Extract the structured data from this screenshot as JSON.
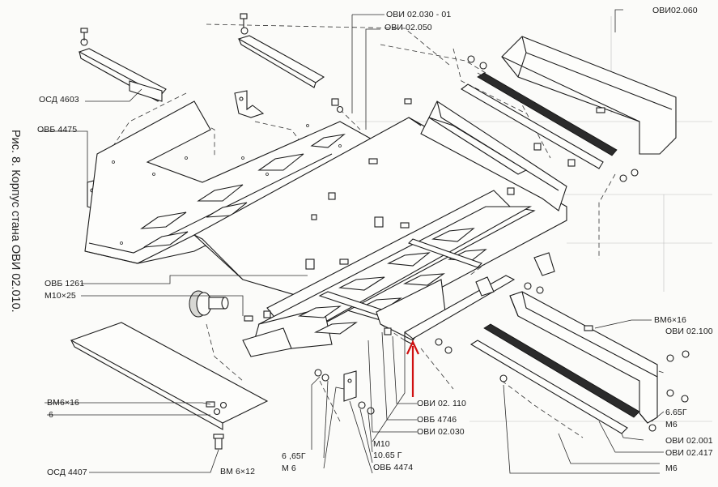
{
  "caption": "Рис. 8. Корпус стана ОВИ 02.010.",
  "labels": {
    "ovi_02_030_01": "ОВИ 02.030 - 01",
    "ovi_02_050": "ОВИ 02.050",
    "ovi_02_060": "ОВИ02.060",
    "osd_4603": "ОСД 4603",
    "ovb_4475": "ОВБ 4475",
    "ovb_1261": "ОВБ 1261",
    "m10x25": "М10×25",
    "vm6x16_left": "ВМ6×16",
    "six": "6",
    "osd_4407": "ОСД 4407",
    "vm6x12": "ВМ 6×12",
    "g665_m6_a": "6 ,65Г",
    "m6_a": "М 6",
    "ovi_02_110": "ОВИ 02. 110",
    "ovb_4746": "ОВБ 4746",
    "ovi_02_030": "ОВИ 02.030",
    "m10": "М10",
    "g1065": "10.65 Г",
    "ovb_4474": "ОВБ 4474",
    "vm6x16_right": "ВМ6×16",
    "ovi_02_100": "ОВИ 02.100",
    "g665_right": "6.65Г",
    "m6_right": "М6",
    "ovi_02_001": "ОВИ 02.001",
    "ovi_02_417": "ОВИ 02.417",
    "m6_bottom": "М6"
  },
  "colors": {
    "ink": "#1b1b1b",
    "paper": "#fbfbf9",
    "pointer_arrow": "#d01010"
  }
}
